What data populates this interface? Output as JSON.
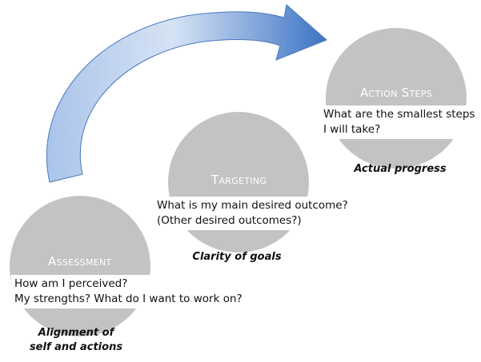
{
  "stages": [
    {
      "id": "assessment",
      "title": "Assessment",
      "lines": [
        "How am I perceived?",
        "My strengths?  What do I want to work on?"
      ],
      "caption_lines": [
        "Alignment of",
        "self and actions"
      ]
    },
    {
      "id": "targeting",
      "title": "Targeting",
      "lines": [
        "What is my main desired outcome?",
        "(Other desired outcomes?)"
      ],
      "caption_lines": [
        "Clarity of goals"
      ]
    },
    {
      "id": "action-steps",
      "title": "Action Steps",
      "lines": [
        "What are the smallest steps",
        "I will take?"
      ],
      "caption_lines": [
        "Actual progress"
      ]
    }
  ],
  "colors": {
    "circle": "#c3c3c3",
    "arrow_light": "#c9daf2",
    "arrow_dark": "#3d74c4",
    "arrow_edge": "#2f5fa8"
  }
}
